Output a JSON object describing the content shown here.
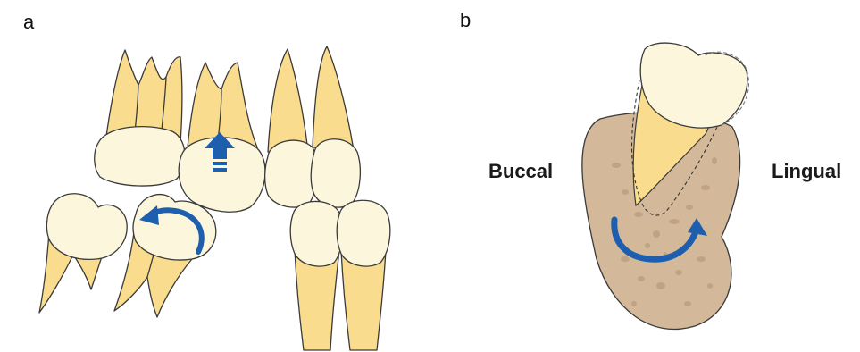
{
  "panels": {
    "a": {
      "label": "a"
    },
    "b": {
      "label": "b",
      "left_side": "Buccal",
      "right_side": "Lingual"
    }
  },
  "colors": {
    "crown": "#fcf6dc",
    "root": "#f9dc8e",
    "outline": "#3a3a3a",
    "bone": "#d3b89a",
    "bone_speckle": "#c0a384",
    "arrow": "#1d5fae"
  },
  "icons": [
    "up-arrow-icon",
    "rotation-arrow-icon",
    "curved-arrow-icon"
  ]
}
